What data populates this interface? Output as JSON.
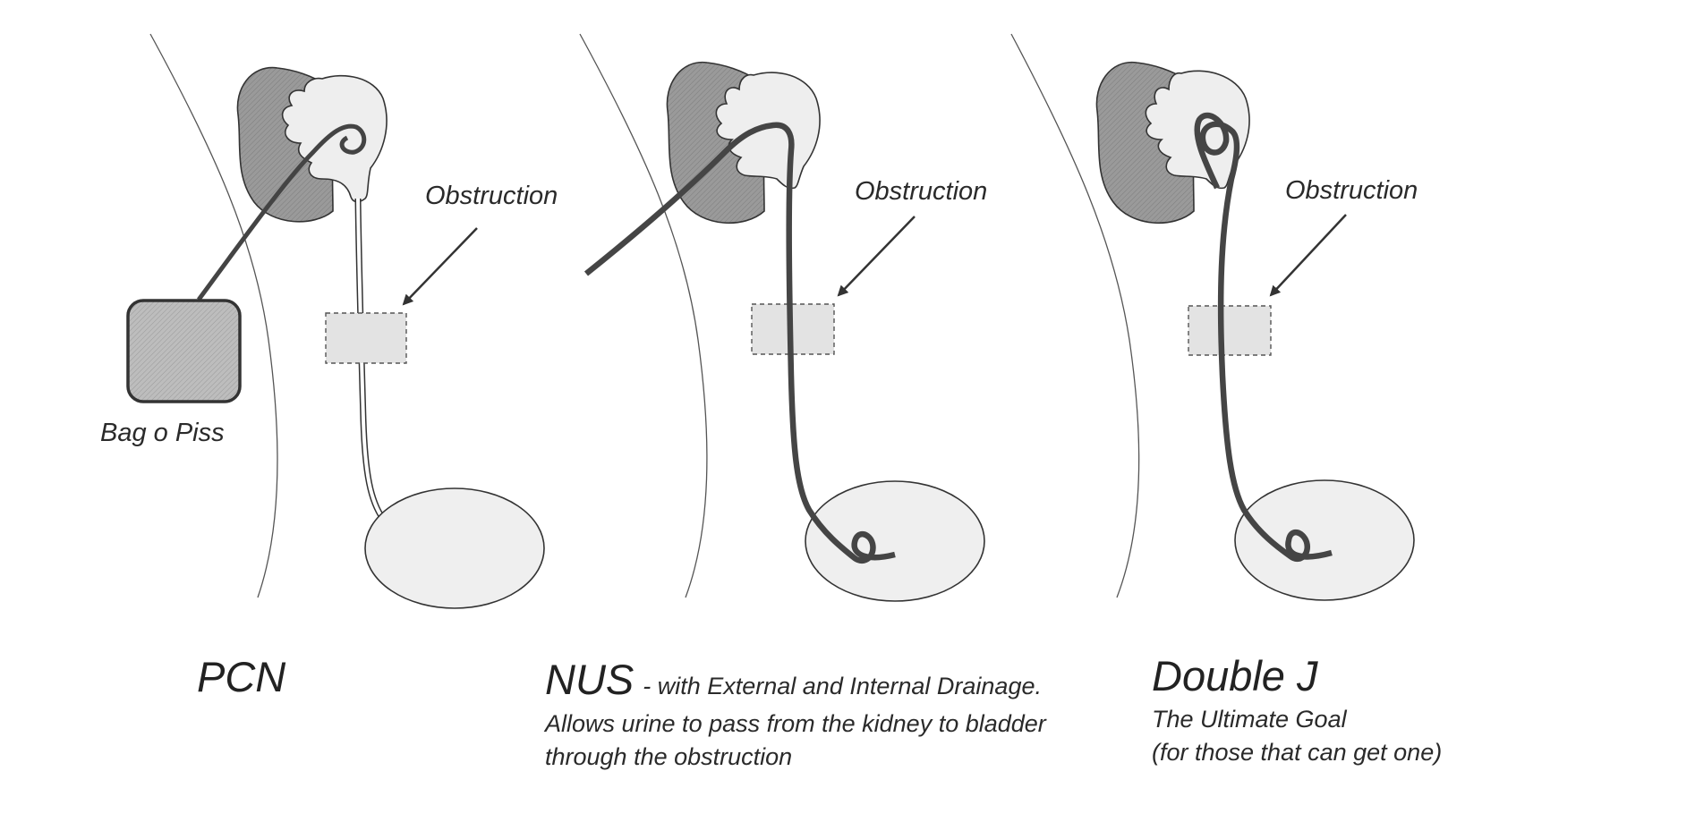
{
  "colors": {
    "background": "#ffffff",
    "kidney_cortex": "#8c8c8c",
    "kidney_pelvis": "#eeeeee",
    "bladder": "#efefef",
    "obstruction_fill": "#e3e3e3",
    "bag_fill": "#c2c2c2",
    "catheter": "#4a4a4a",
    "outline": "#333333",
    "text": "#2a2a2a"
  },
  "panels": [
    {
      "id": "pcn",
      "obstruction_label": "Obstruction",
      "bag_label": "Bag o Piss",
      "title": "PCN",
      "subtitle": "",
      "description": []
    },
    {
      "id": "nus",
      "obstruction_label": "Obstruction",
      "title": "NUS",
      "subtitle": "- with External and Internal Drainage.",
      "description": [
        "Allows urine to pass from the kidney to bladder",
        "through the obstruction"
      ]
    },
    {
      "id": "double-j",
      "obstruction_label": "Obstruction",
      "title": "Double J",
      "subtitle": "",
      "description": [
        "The Ultimate Goal",
        "(for those that can get one)"
      ]
    }
  ]
}
